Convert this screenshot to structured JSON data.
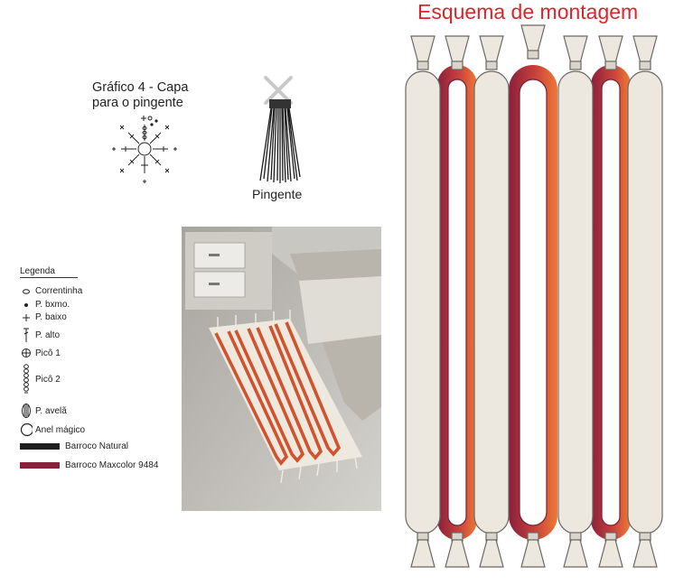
{
  "title": "Esquema de montagem",
  "chart_title_line1": "Gráfico 4 - Capa",
  "chart_title_line2": "para o pingente",
  "pingente_label": "Pingente",
  "legend": {
    "heading": "Legenda",
    "items": [
      {
        "label": "Correntinha",
        "icon": "chain-stitch-icon"
      },
      {
        "label": "P. bxmo.",
        "icon": "slip-stitch-icon"
      },
      {
        "label": "P. baixo",
        "icon": "single-crochet-icon"
      },
      {
        "label": "P. alto",
        "icon": "double-crochet-icon"
      },
      {
        "label": "Picô 1",
        "icon": "picot-1-icon"
      },
      {
        "label": "Picô 2",
        "icon": "picot-2-icon"
      },
      {
        "label": "P. avelã",
        "icon": "hazelnut-stitch-icon"
      },
      {
        "label": "Anel mágico",
        "icon": "magic-ring-icon"
      },
      {
        "label": "Barroco Natural",
        "icon": "swatch-natural",
        "color": "#1e1e1e"
      },
      {
        "label": "Barroco Maxcolor 9484",
        "icon": "swatch-maxcolor",
        "color": "#8a1f3c"
      }
    ]
  },
  "colors": {
    "title": "#d8262c",
    "cream": "#ece8e0",
    "red_dark": "#8a1f3c",
    "orange": "#ee7a35"
  }
}
